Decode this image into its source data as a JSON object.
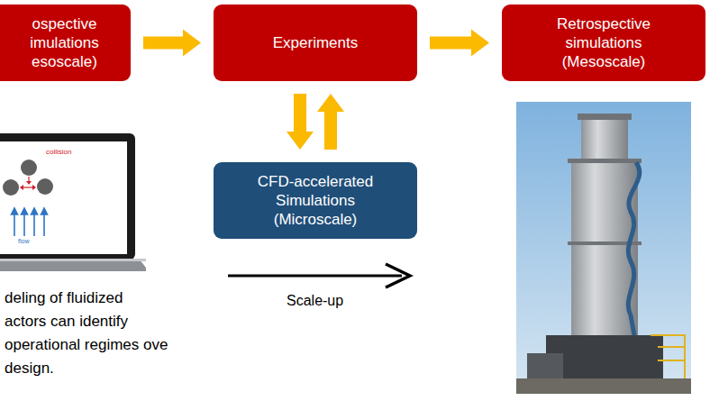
{
  "diagram": {
    "nodes": [
      {
        "text": [
          "ospective imulations esoscale)"
        ]
      },
      {
        "text": [
          "Experiments"
        ]
      },
      {
        "text": [
          "Retrospective simulations (Mesoscale)"
        ]
      },
      {
        "text": [
          "CFD-accelerated Simulations (Microscale)"
        ]
      }
    ],
    "edges": [
      {
        "from": 0,
        "to": 1,
        "arrow": "to"
      },
      {
        "from": 1,
        "to": 2,
        "arrow": "to"
      },
      {
        "from": 1,
        "to": 3,
        "arrow": "to"
      },
      {
        "from": 3,
        "to": 1,
        "arrow": "to"
      }
    ],
    "labels": [
      "collision",
      "flow",
      "deling of fluidized actors can identify operational regimes ove design.",
      "Scale-up"
    ]
  }
}
